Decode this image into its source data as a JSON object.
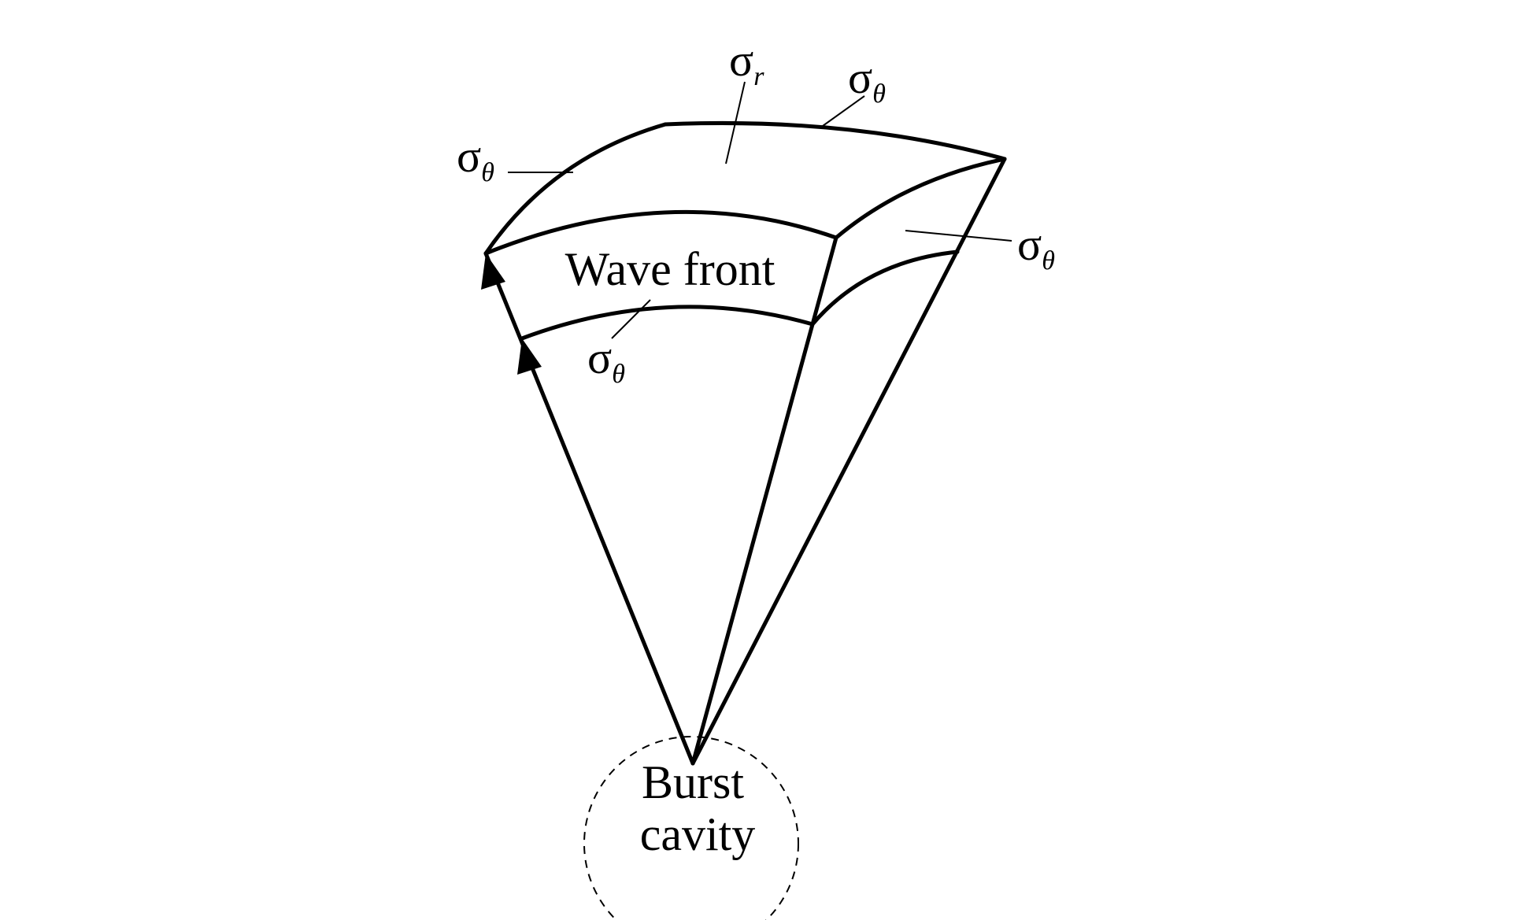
{
  "labels": {
    "sigma": "σ",
    "sub_r": "r",
    "sub_theta": "θ",
    "wave_front": "Wave front",
    "burst_line1": "Burst",
    "burst_line2": "cavity"
  },
  "colors": {
    "line": "#000000",
    "background": "#ffffff"
  }
}
